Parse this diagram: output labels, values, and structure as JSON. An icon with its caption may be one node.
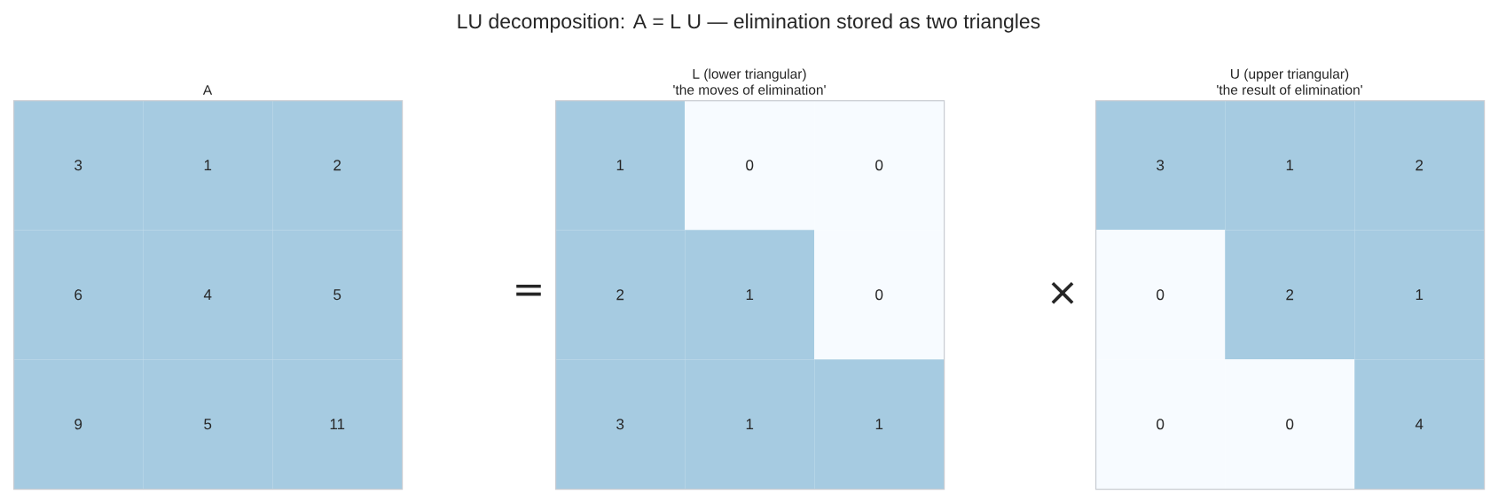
{
  "diagram": {
    "title": "LU decomposition: A = L U — elimination stored as two triangles",
    "nodes": [
      {
        "text": [
          "A"
        ]
      },
      {
        "text": [
          "3"
        ],
        "in": 0
      },
      {
        "text": [
          "1"
        ],
        "in": 0
      },
      {
        "text": [
          "2"
        ],
        "in": 0
      },
      {
        "text": [
          "6"
        ],
        "in": 0
      },
      {
        "text": [
          "4"
        ],
        "in": 0
      },
      {
        "text": [
          "5"
        ],
        "in": 0
      },
      {
        "text": [
          "9"
        ],
        "in": 0
      },
      {
        "text": [
          "5"
        ],
        "in": 0
      },
      {
        "text": [
          "11"
        ],
        "in": 0
      },
      {
        "text": [
          "L (lower triangular)",
          "'the moves of elimination'"
        ]
      },
      {
        "text": [
          "1"
        ],
        "in": 10
      },
      {
        "text": [
          "0"
        ],
        "in": 10
      },
      {
        "text": [
          "0"
        ],
        "in": 10
      },
      {
        "text": [
          "2"
        ],
        "in": 10
      },
      {
        "text": [
          "1"
        ],
        "in": 10
      },
      {
        "text": [
          "0"
        ],
        "in": 10
      },
      {
        "text": [
          "3"
        ],
        "in": 10
      },
      {
        "text": [
          "1"
        ],
        "in": 10
      },
      {
        "text": [
          "1"
        ],
        "in": 10
      },
      {
        "text": [
          "U (upper triangular)",
          "'the result of elimination'"
        ]
      },
      {
        "text": [
          "3"
        ],
        "in": 20
      },
      {
        "text": [
          "1"
        ],
        "in": 20
      },
      {
        "text": [
          "2"
        ],
        "in": 20
      },
      {
        "text": [
          "0"
        ],
        "in": 20
      },
      {
        "text": [
          "2"
        ],
        "in": 20
      },
      {
        "text": [
          "1"
        ],
        "in": 20
      },
      {
        "text": [
          "0"
        ],
        "in": 20
      },
      {
        "text": [
          "0"
        ],
        "in": 20
      },
      {
        "text": [
          "4"
        ],
        "in": 20
      }
    ],
    "labels": [
      "=",
      "×"
    ]
  }
}
